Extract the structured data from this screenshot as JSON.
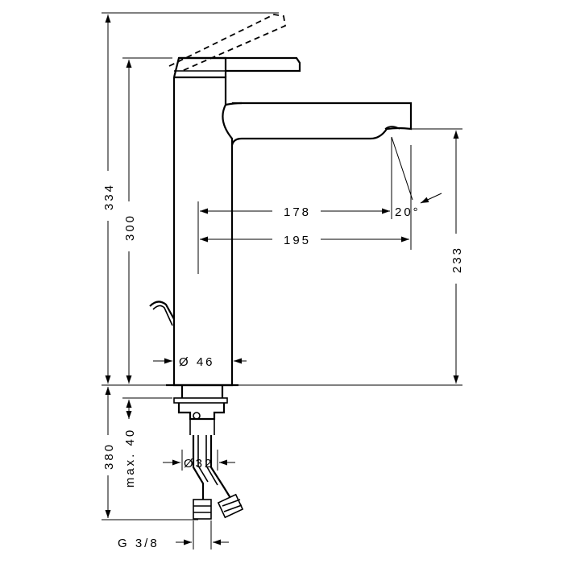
{
  "drawing": {
    "dimensions": {
      "height_total": "334",
      "height_body": "300",
      "spout_reach_inner": "178",
      "spout_reach_outer": "195",
      "spout_angle": "20°",
      "spout_outlet_height": "233",
      "body_diameter": "Ø 46",
      "hose_length": "380",
      "deck_thickness_max": "max. 40",
      "shank_diameter": "Ø32",
      "connection_thread": "G 3/8"
    }
  }
}
